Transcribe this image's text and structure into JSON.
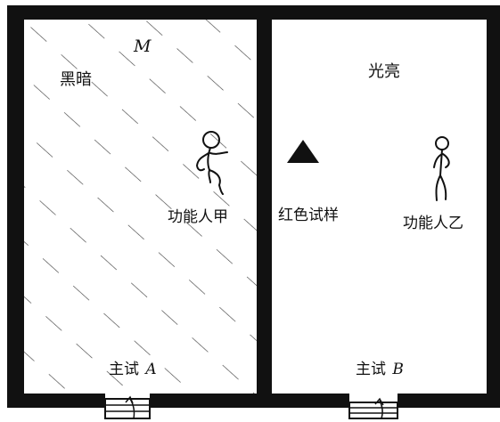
{
  "labels": {
    "dark": "黑暗",
    "bright": "光亮",
    "m": "M",
    "person_a": "功能人甲",
    "person_b": "功能人乙",
    "red_sample": "红色试样",
    "main_a_prefix": "主试",
    "main_a_letter": "A",
    "main_b_prefix": "主试",
    "main_b_letter": "B"
  },
  "colors": {
    "wall": "#111111",
    "hatch": "#444444",
    "background": "#ffffff"
  },
  "icons": {
    "red_sample_marker": "triangle-icon",
    "person_a_figure": "stick-figure-icon",
    "person_b_figure": "stick-figure-icon",
    "door_a": "door-icon",
    "door_b": "door-icon"
  }
}
